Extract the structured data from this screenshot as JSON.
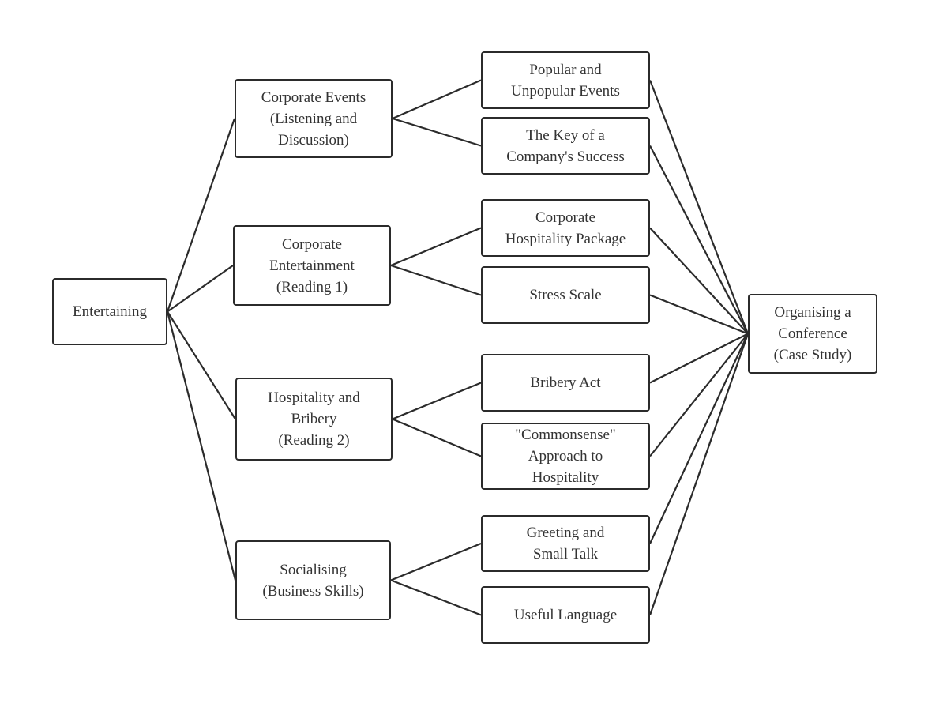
{
  "diagram": {
    "type": "flow-map",
    "nodes": {
      "root": {
        "label": "Entertaining"
      },
      "sections": [
        {
          "id": "s1",
          "label": "Corporate Events\n(Listening and\nDiscussion)"
        },
        {
          "id": "s2",
          "label": "Corporate\nEntertainment\n(Reading 1)"
        },
        {
          "id": "s3",
          "label": "Hospitality and\nBribery\n(Reading 2)"
        },
        {
          "id": "s4",
          "label": "Socialising\n(Business Skills)"
        }
      ],
      "topics": [
        {
          "id": "t1",
          "parent": "s1",
          "label": "Popular and\nUnpopular Events"
        },
        {
          "id": "t2",
          "parent": "s1",
          "label": "The Key of a\nCompany's Success"
        },
        {
          "id": "t3",
          "parent": "s2",
          "label": "Corporate\nHospitality Package"
        },
        {
          "id": "t4",
          "parent": "s2",
          "label": "Stress Scale"
        },
        {
          "id": "t5",
          "parent": "s3",
          "label": "Bribery Act"
        },
        {
          "id": "t6",
          "parent": "s3",
          "label": "\"Commonsense\"\nApproach to\nHospitality"
        },
        {
          "id": "t7",
          "parent": "s4",
          "label": "Greeting and\nSmall Talk"
        },
        {
          "id": "t8",
          "parent": "s4",
          "label": "Useful Language"
        }
      ],
      "sink": {
        "label": "Organising a\nConference\n(Case Study)"
      }
    },
    "edges": [
      [
        "root",
        "s1"
      ],
      [
        "root",
        "s2"
      ],
      [
        "root",
        "s3"
      ],
      [
        "root",
        "s4"
      ],
      [
        "s1",
        "t1"
      ],
      [
        "s1",
        "t2"
      ],
      [
        "s2",
        "t3"
      ],
      [
        "s2",
        "t4"
      ],
      [
        "s3",
        "t5"
      ],
      [
        "s3",
        "t6"
      ],
      [
        "s4",
        "t7"
      ],
      [
        "s4",
        "t8"
      ],
      [
        "t1",
        "sink"
      ],
      [
        "t2",
        "sink"
      ],
      [
        "t3",
        "sink"
      ],
      [
        "t4",
        "sink"
      ],
      [
        "t5",
        "sink"
      ],
      [
        "t6",
        "sink"
      ],
      [
        "t7",
        "sink"
      ],
      [
        "t8",
        "sink"
      ]
    ],
    "colors": {
      "stroke": "#2b2b2b",
      "text": "#333333",
      "background": "#ffffff"
    }
  }
}
